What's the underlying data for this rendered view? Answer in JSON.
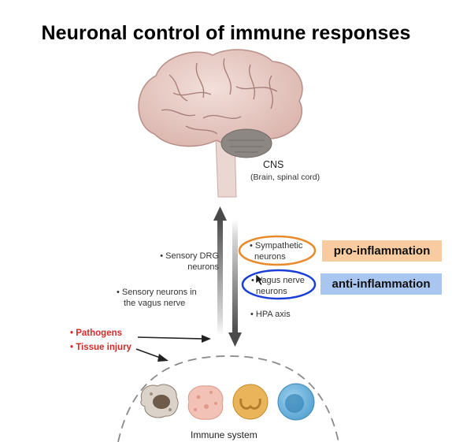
{
  "title": "Neuronal control of immune responses",
  "cns": {
    "label": "CNS",
    "sublabel": "(Brain, spinal cord)"
  },
  "afferent": [
    {
      "line1": "• Sensory DRG",
      "line2": "neurons"
    },
    {
      "line1": "• Sensory neurons in",
      "line2": "the vagus nerve"
    }
  ],
  "efferent": [
    {
      "line1": "• Sympathetic",
      "line2": "neurons"
    },
    {
      "line1": "• Vagus nerve",
      "line2": "neurons"
    },
    {
      "line1": "• HPA axis",
      "line2": ""
    }
  ],
  "triggers": [
    "• Pathogens",
    "• Tissue injury"
  ],
  "tags": {
    "pro": "pro-inflammation",
    "anti": "anti-inflammation"
  },
  "immune": {
    "label": "Immune system"
  },
  "colors": {
    "pro_tag": "#f9cba0",
    "anti_tag": "#a9c6f1",
    "pro_circle": "#e98a2a",
    "anti_circle": "#1a3fd6",
    "trigger_text": "#d42a2a",
    "arrow": "#4a4a4a"
  }
}
